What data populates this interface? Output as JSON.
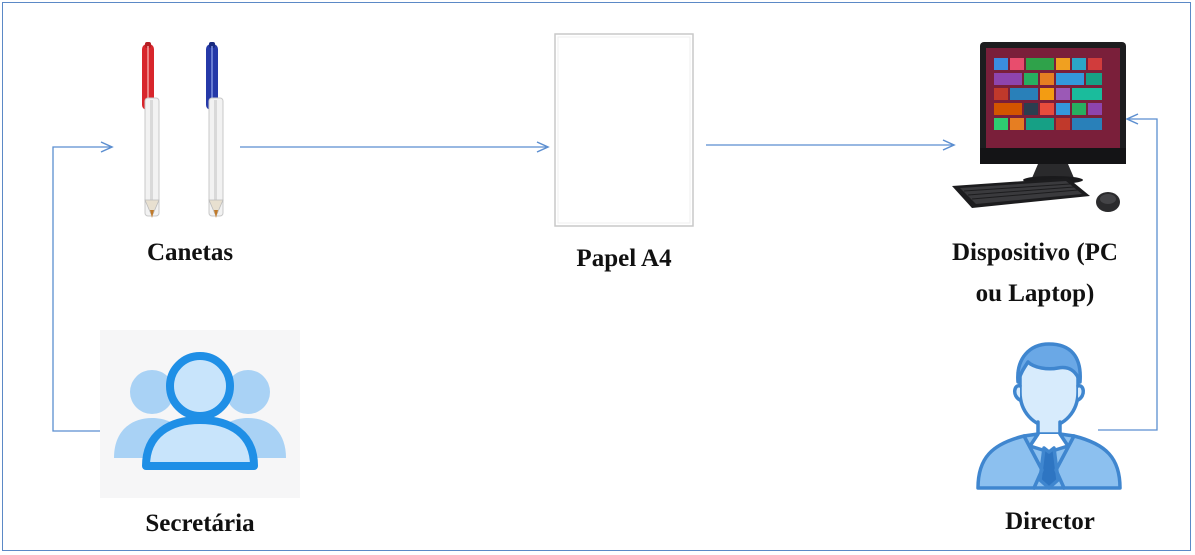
{
  "nodes": {
    "pens": {
      "label": "Canetas"
    },
    "paper": {
      "label": "Papel A4"
    },
    "device": {
      "label_line1": "Dispositivo (PC",
      "label_line2": "ou Laptop)"
    },
    "secretary": {
      "label": "Secretária"
    },
    "director": {
      "label": "Director"
    }
  },
  "colors": {
    "connector": "#5b8ed0",
    "frame": "#5b89c6",
    "user_icon": "#3d9ee6",
    "director_icon": "#4a8fd6",
    "pen_red": "#d8262c",
    "pen_blue": "#2539a8"
  },
  "icons": {
    "pens": "pens-icon",
    "paper": "paper-sheet-icon",
    "device": "desktop-computer-icon",
    "secretary": "users-group-icon",
    "director": "businessman-icon"
  }
}
